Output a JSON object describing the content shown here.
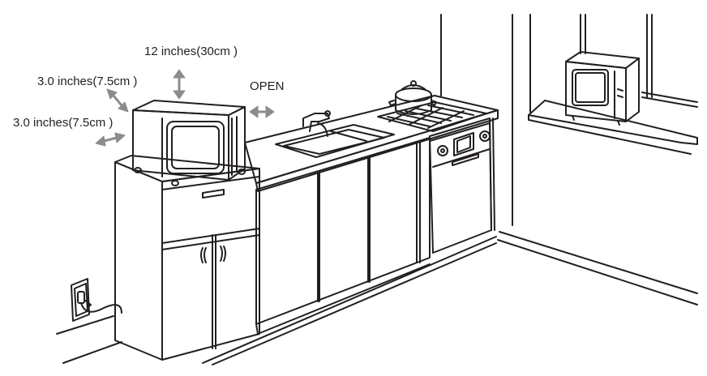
{
  "labels": {
    "top_clearance": "12 inches(30cm )",
    "left_clearance_upper": "3.0 inches(7.5cm  )",
    "left_clearance_lower": "3.0 inches(7.5cm )",
    "open": "OPEN"
  },
  "colors": {
    "line": "#231f20",
    "arrow": "#8c8c8c",
    "background": "#ffffff"
  }
}
